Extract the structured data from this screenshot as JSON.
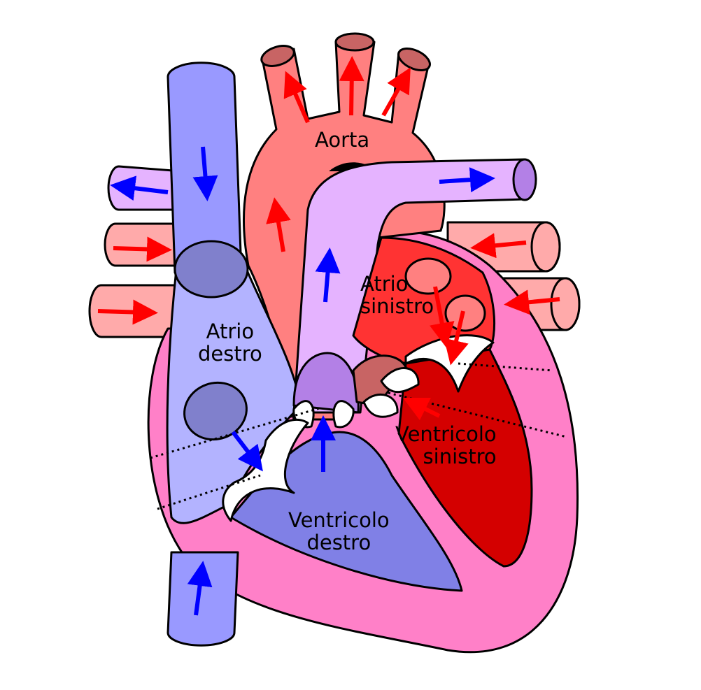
{
  "title": "Heart diagram",
  "labels": {
    "aorta": "Aorta",
    "right_atrium": [
      "Atrio",
      "destro"
    ],
    "left_atrium": [
      "Atrio",
      "sinistro"
    ],
    "left_ventricle": [
      "Ventricolo",
      "sinistro"
    ],
    "right_ventricle": [
      "Ventricolo",
      "destro"
    ]
  },
  "colors": {
    "deoxygenated_vessel": "#9999ff",
    "right_atrium": "#b3b3ff",
    "right_ventricle": "#8080e6",
    "aorta": "#ff8080",
    "pulmonary_vein": "#ffaaaa",
    "pulmonary_artery": "#e5b3ff",
    "left_atrium": "#ff3333",
    "left_ventricle": "#d40000",
    "myocardium": "#ff80c8",
    "arrow_blue": "#0000ff",
    "arrow_red": "#ff0000"
  }
}
